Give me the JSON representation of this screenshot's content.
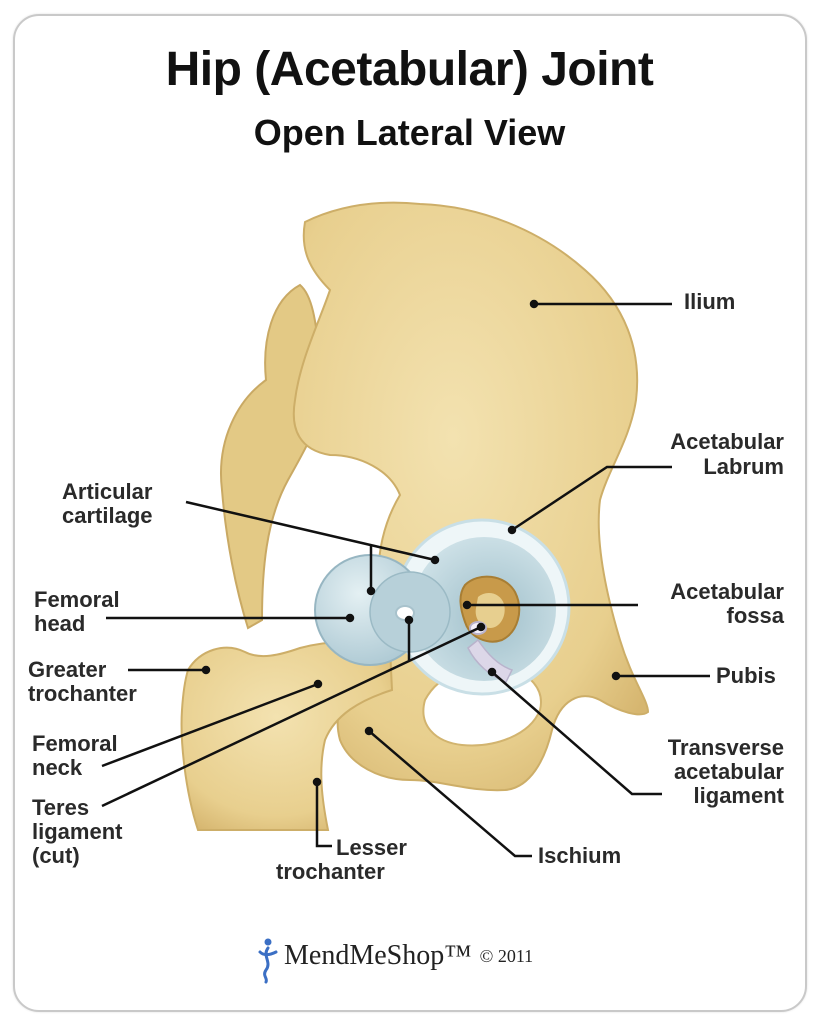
{
  "title": "Hip (Acetabular) Joint",
  "subtitle": "Open Lateral View",
  "labels": {
    "ilium": "Ilium",
    "labrum_1": "Acetabular",
    "labrum_2": "Labrum",
    "cartilage_1": "Articular",
    "cartilage_2": "cartilage",
    "fossa_1": "Acetabular",
    "fossa_2": "fossa",
    "head_1": "Femoral",
    "head_2": "head",
    "pubis": "Pubis",
    "gt_1": "Greater",
    "gt_2": "trochanter",
    "neck_1": "Femoral",
    "neck_2": "neck",
    "tal_1": "Transverse",
    "tal_2": "acetabular",
    "tal_3": "ligament",
    "teres_1": "Teres",
    "teres_2": "ligament",
    "teres_3": "(cut)",
    "lt_1": "Lesser",
    "lt_2": "trochanter",
    "ischium": "Ischium"
  },
  "footer": {
    "brand": "MendMeShop™",
    "copyright": "© 2011"
  },
  "colors": {
    "bone": "#ecd69c",
    "bone_shadow": "#cfb06a",
    "cartilage": "#c5dce4",
    "cartilage_edge": "#e8f3f6",
    "leader": "#111111",
    "logo_blue": "#3b6fc4"
  }
}
